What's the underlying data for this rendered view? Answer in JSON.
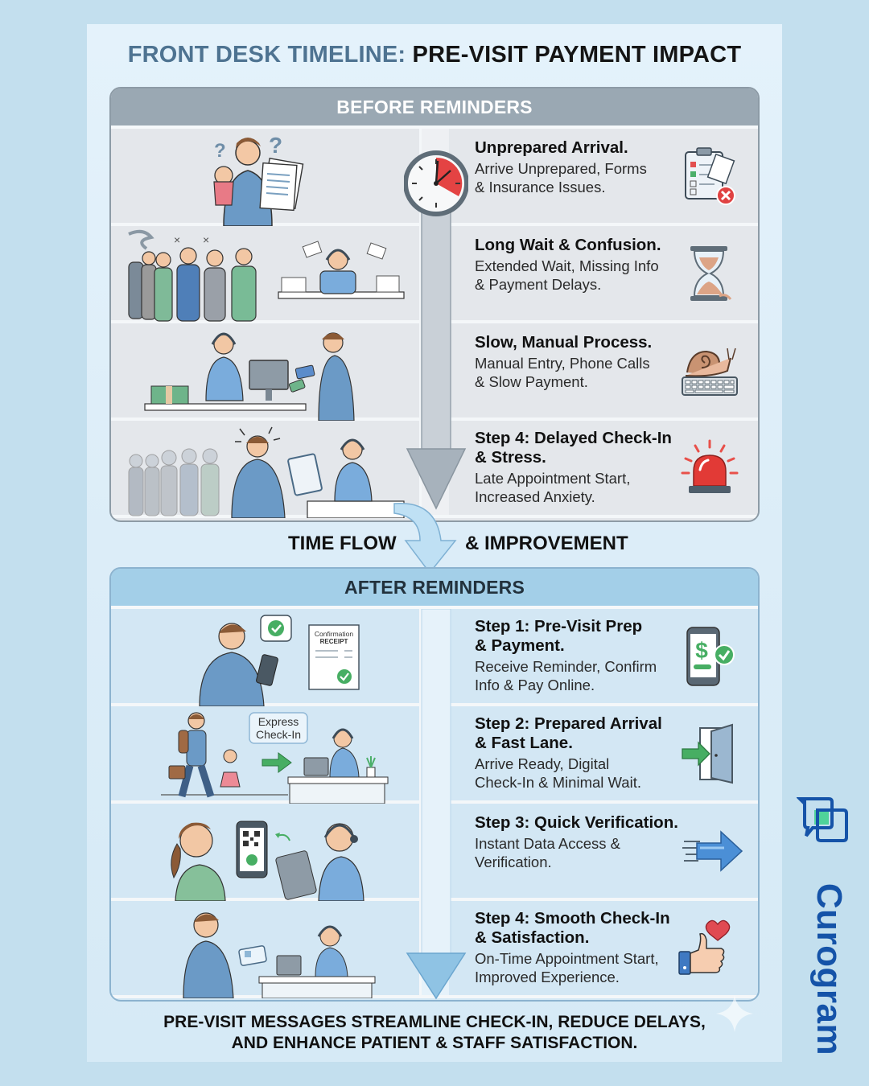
{
  "title": {
    "part1": "FRONT DESK TIMELINE:",
    "part2": "PRE-VISIT PAYMENT IMPACT"
  },
  "before": {
    "header": "BEFORE REMINDERS",
    "rows": [
      {
        "heading": "Unprepared Arrival.",
        "desc_line1": "Arrive Unprepared, Forms",
        "desc_line2": "& Insurance Issues.",
        "icon": "clipboard-x-icon",
        "illustration": "confused-parent-with-child-and-papers"
      },
      {
        "heading": "Long Wait & Confusion.",
        "desc_line1": "Extended Wait, Missing Info",
        "desc_line2": "& Payment Delays.",
        "icon": "hourglass-icon",
        "illustration": "long-queue-stressed-receptionist"
      },
      {
        "heading": "Slow, Manual Process.",
        "desc_line1": "Manual Entry, Phone Calls",
        "desc_line2": "& Slow Payment.",
        "icon": "snail-keyboard-icon",
        "illustration": "manual-cash-card-payment-at-desk"
      },
      {
        "heading_line1": "Step 4: Delayed Check-In",
        "heading_line2": "& Stress.",
        "desc_line1": "Late Appointment Start,",
        "desc_line2": "Increased Anxiety.",
        "icon": "alarm-siren-icon",
        "illustration": "stressed-patient-at-checkin"
      }
    ],
    "timeline_icon": "clock-icon"
  },
  "flow": {
    "left": "TIME FLOW",
    "right": "& IMPROVEMENT"
  },
  "after": {
    "header": "AFTER REMINDERS",
    "rows": [
      {
        "heading_line1": "Step 1: Pre-Visit Prep",
        "heading_line2": "& Payment.",
        "desc_line1": "Receive Reminder, Confirm",
        "desc_line2": "Info & Pay Online.",
        "icon": "phone-payment-check-icon",
        "illustration": "patient-phone-confirmation-receipt",
        "receipt_title": "Confirmation",
        "receipt_subtitle": "RECEIPT"
      },
      {
        "heading_line1": "Step 2: Prepared Arrival",
        "heading_line2": "& Fast Lane.",
        "desc_line1": "Arrive Ready, Digital",
        "desc_line2": "Check-In & Minimal Wait.",
        "icon": "door-arrow-icon",
        "illustration": "family-walking-to-express-checkin",
        "sign_line1": "Express",
        "sign_line2": "Check-In"
      },
      {
        "heading": "Step 3: Quick Verification.",
        "desc_line1": "Instant Data Access &",
        "desc_line2": "Verification.",
        "icon": "fast-arrow-icon",
        "illustration": "qr-code-scan-verification"
      },
      {
        "heading_line1": "Step 4: Smooth Check-In",
        "heading_line2": "& Satisfaction.",
        "desc_line1": "On-Time Appointment Start,",
        "desc_line2": "Improved Experience.",
        "icon": "thumbs-up-heart-icon",
        "illustration": "patient-hands-card-smiling-receptionist"
      }
    ]
  },
  "footer": {
    "line1": "PRE-VISIT MESSAGES STREAMLINE CHECK-IN, REDUCE DELAYS,",
    "line2": "AND ENHANCE PATIENT & STAFF SATISFACTION."
  },
  "brand": {
    "name": "Curogram",
    "color": "#1553a8",
    "accent": "#4fd39a"
  },
  "colors": {
    "background": "#c3dfee",
    "title_accent": "#4e7391",
    "before_header": "#9aa8b3",
    "after_header": "#a3cfe8",
    "before_arrow": "#a7b2bc",
    "after_arrow": "#8fc3e4"
  }
}
